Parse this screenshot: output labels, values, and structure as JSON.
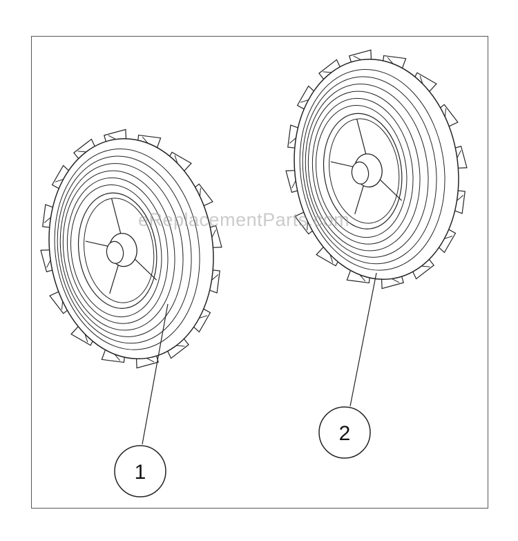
{
  "watermark": "eReplacementParts.com",
  "callouts": [
    {
      "id": "1",
      "label": "1"
    },
    {
      "id": "2",
      "label": "2"
    }
  ],
  "colors": {
    "line": "#222222",
    "frame": "#555555",
    "watermark": "#a0a0a0"
  }
}
